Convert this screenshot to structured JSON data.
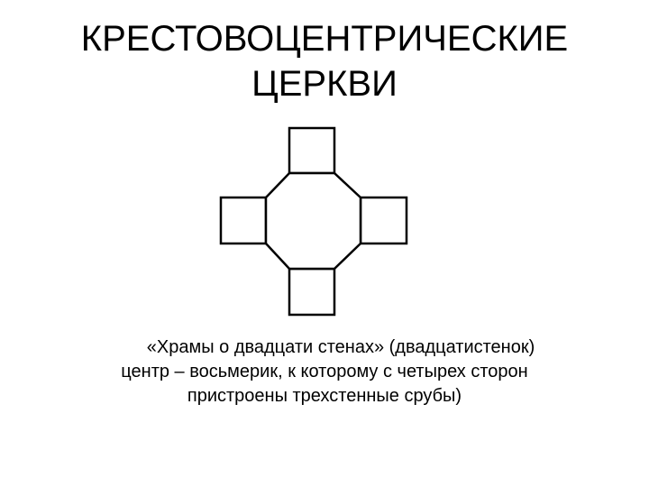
{
  "slide": {
    "title_lines": [
      "КРЕСТОВОЦЕНТРИЧЕСКИЕ",
      "ЦЕРКВИ"
    ],
    "caption_lines": [
      "«Храмы о двадцати стенах» (двадцатистенок)",
      "центр – восьмерик, к которому  с четырех сторон",
      "пристроены трехстенные срубы)"
    ]
  },
  "diagram": {
    "description_shape": "octagon-with-four-square-annexes",
    "stroke_color": "#000000",
    "fill_color": "#ffffff"
  }
}
